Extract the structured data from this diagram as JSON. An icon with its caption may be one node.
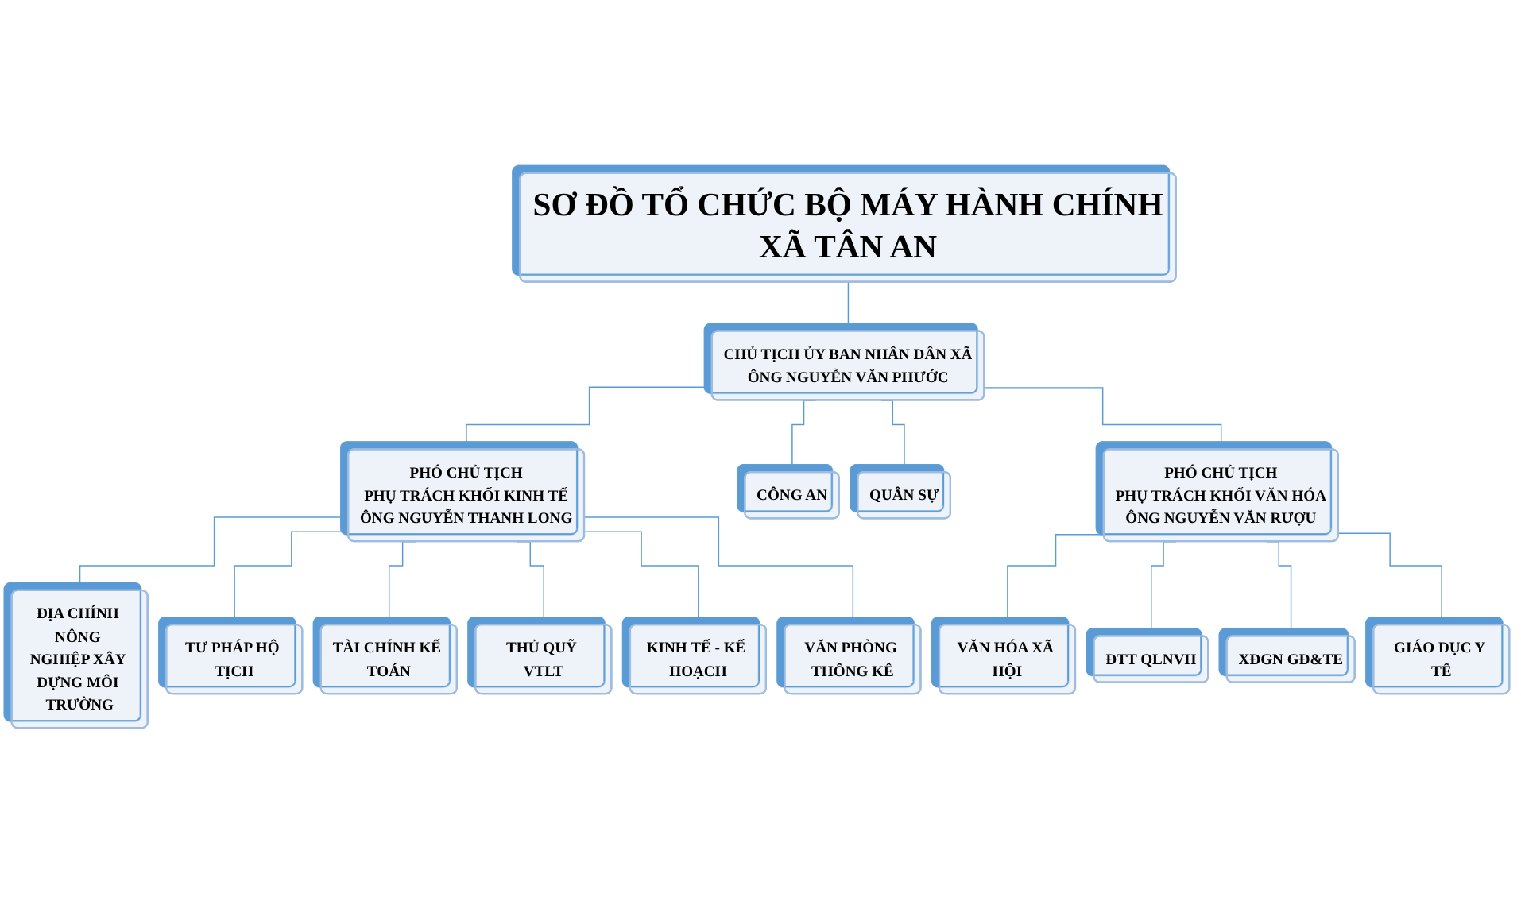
{
  "diagram": {
    "nodes": [
      {
        "text": [
          "SƠ ĐỒ TỔ CHỨC BỘ MÁY HÀNH CHÍNH XÃ TÂN AN"
        ]
      },
      {
        "text": [
          "CHỦ TỊCH ỦY BAN NHÂN DÂN XÃ",
          "ÔNG NGUYỄN VĂN PHƯỚC"
        ]
      },
      {
        "text": [
          "PHÓ CHỦ TỊCH",
          "PHỤ TRÁCH KHỐI KINH TẾ",
          "ÔNG NGUYỄN THANH LONG"
        ]
      },
      {
        "text": [
          "PHÓ CHỦ TỊCH",
          "PHỤ TRÁCH KHỐI VĂN HÓA",
          "ÔNG NGUYỄN VĂN RƯỢU"
        ]
      },
      {
        "text": [
          "CÔNG AN"
        ]
      },
      {
        "text": [
          "QUÂN SỰ"
        ]
      },
      {
        "text": [
          "ĐỊA CHÍNH NÔNG NGHIỆP XÂY DỰNG MÔI TRƯỜNG"
        ]
      },
      {
        "text": [
          "TƯ PHÁP HỘ TỊCH"
        ]
      },
      {
        "text": [
          "TÀI CHÍNH KẾ TOÁN"
        ]
      },
      {
        "text": [
          "THỦ QUỸ VTLT"
        ]
      },
      {
        "text": [
          "KINH TẾ - KẾ HOẠCH"
        ]
      },
      {
        "text": [
          "VĂN PHÒNG THỐNG KÊ"
        ]
      },
      {
        "text": [
          "VĂN HÓA XÃ HỘI"
        ]
      },
      {
        "text": [
          "ĐTT QLNVH"
        ]
      },
      {
        "text": [
          "XĐGN GĐ&TE"
        ]
      },
      {
        "text": [
          "GIÁO DỤC Y TẾ"
        ]
      }
    ],
    "edges": [
      {
        "from": 0,
        "to": 1,
        "arrow": "none"
      },
      {
        "from": 1,
        "to": 2,
        "arrow": "none"
      },
      {
        "from": 1,
        "to": 4,
        "arrow": "none"
      },
      {
        "from": 1,
        "to": 5,
        "arrow": "none"
      },
      {
        "from": 1,
        "to": 3,
        "arrow": "none"
      },
      {
        "from": 2,
        "to": 6,
        "arrow": "none"
      },
      {
        "from": 2,
        "to": 7,
        "arrow": "none"
      },
      {
        "from": 2,
        "to": 8,
        "arrow": "none"
      },
      {
        "from": 2,
        "to": 9,
        "arrow": "none"
      },
      {
        "from": 2,
        "to": 10,
        "arrow": "none"
      },
      {
        "from": 2,
        "to": 11,
        "arrow": "none"
      },
      {
        "from": 3,
        "to": 12,
        "arrow": "none"
      },
      {
        "from": 3,
        "to": 13,
        "arrow": "none"
      },
      {
        "from": 3,
        "to": 14,
        "arrow": "none"
      },
      {
        "from": 3,
        "to": 15,
        "arrow": "none"
      }
    ]
  }
}
